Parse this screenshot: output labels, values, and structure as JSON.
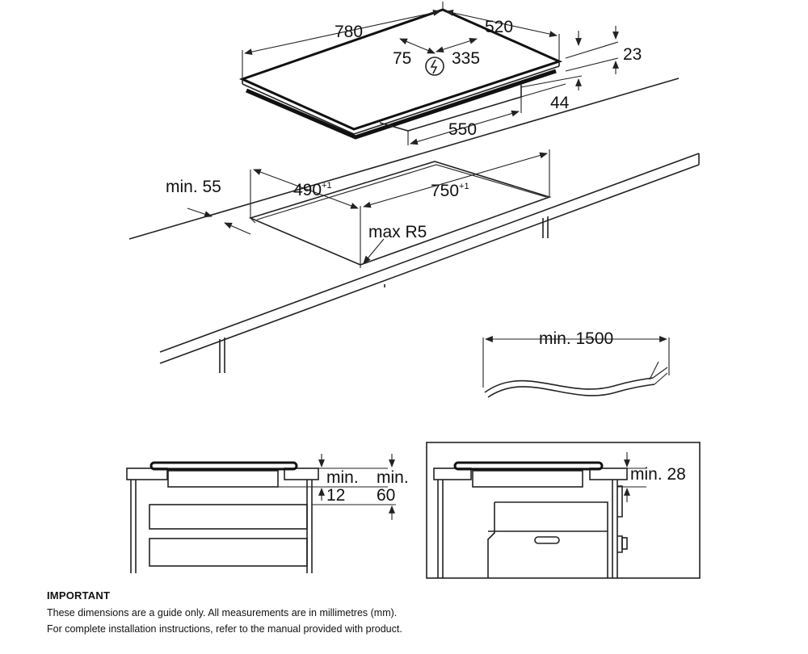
{
  "hob_dimensions": {
    "width": "780",
    "depth": "520",
    "thickness": "23",
    "body_depth": "44",
    "body_width": "550",
    "connection_offset": "75",
    "connection_distance": "335"
  },
  "cutout_dimensions": {
    "edge_margin": "min. 55",
    "depth": "490",
    "depth_tolerance": "+1",
    "width": "750",
    "width_tolerance": "+1",
    "corner_radius": "max R5"
  },
  "cable": {
    "length": "min. 1500"
  },
  "drawer_clearance": {
    "label_a_line1": "min.",
    "label_a_line2": "12",
    "label_b_line1": "min.",
    "label_b_line2": "60"
  },
  "oven_clearance": {
    "label": "min. 28"
  },
  "notes": {
    "heading": "IMPORTANT",
    "line1": "These dimensions are a guide only. All measurements are in millimetres (mm).",
    "line2": "For complete installation instructions, refer to the manual provided with product."
  }
}
